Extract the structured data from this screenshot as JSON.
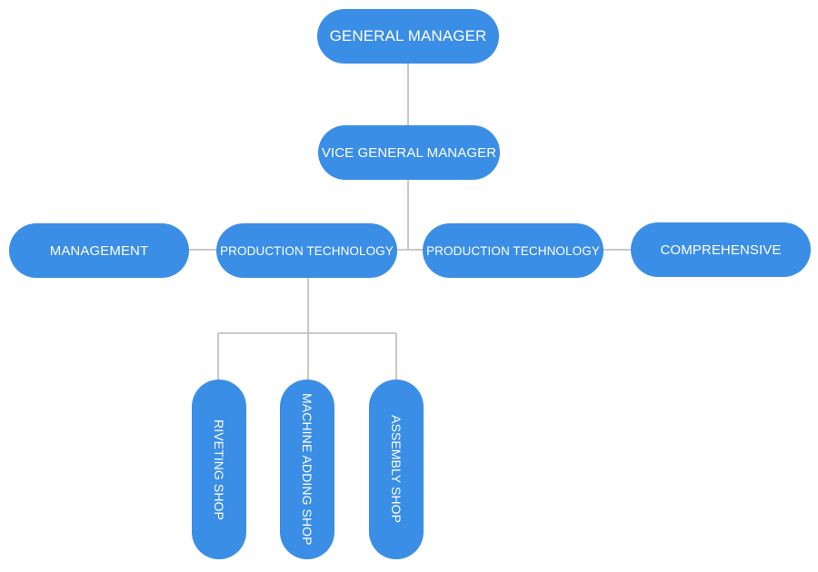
{
  "org_chart": {
    "general_manager": "GENERAL MANAGER",
    "vice_general_manager": "VICE GENERAL MANAGER",
    "departments": {
      "management": "MANAGEMENT",
      "production_technology_left": "PRODUCTION TECHNOLOGY",
      "production_technology_right": "PRODUCTION TECHNOLOGY",
      "comprehensive": "COMPREHENSIVE"
    },
    "shops": {
      "riveting": "RIVETING SHOP",
      "machine_adding": "MACHINE ADDING SHOP",
      "assembly": "ASSEMBLY SHOP"
    }
  },
  "colors": {
    "node_fill": "#3a8ee6",
    "node_text": "#ffffff",
    "connector": "#c8c8c8"
  }
}
